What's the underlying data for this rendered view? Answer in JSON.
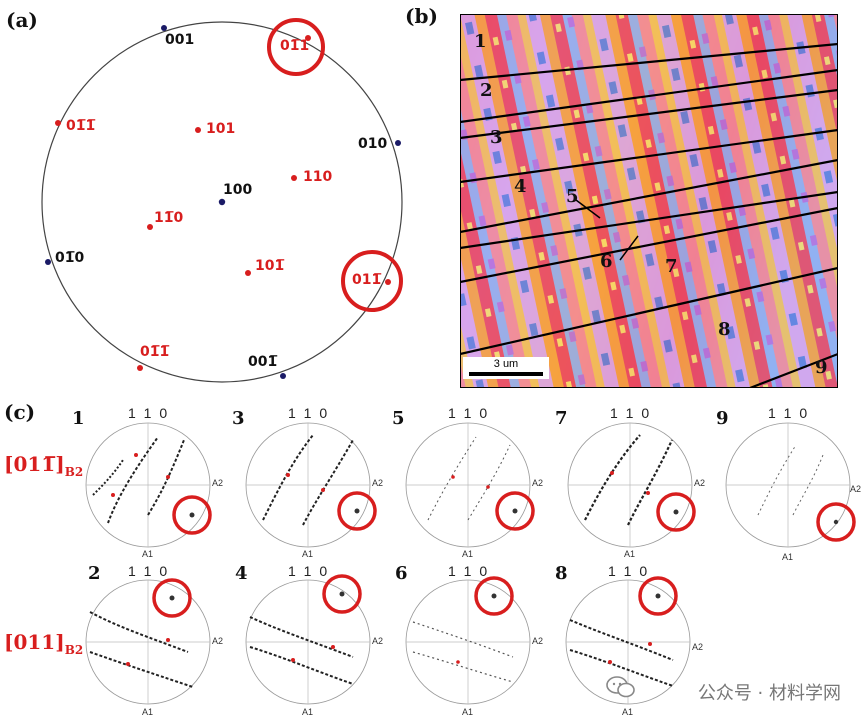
{
  "panel_a": {
    "label": "(a)",
    "poles": [
      {
        "text": "001",
        "color": "black"
      },
      {
        "text": "01̅1",
        "color": "red"
      },
      {
        "text": "01̅1̅",
        "color": "red"
      },
      {
        "text": "101",
        "color": "red"
      },
      {
        "text": "010",
        "color": "black"
      },
      {
        "text": "110",
        "color": "red"
      },
      {
        "text": "100",
        "color": "black"
      },
      {
        "text": "11̅0",
        "color": "red"
      },
      {
        "text": "01̅0",
        "color": "black"
      },
      {
        "text": "101̅",
        "color": "red"
      },
      {
        "text": "011̅",
        "color": "red"
      },
      {
        "text": "01̅1̅",
        "color": "red"
      },
      {
        "text": "001̅",
        "color": "black"
      }
    ]
  },
  "panel_b": {
    "label": "(b)",
    "grain_numbers": [
      "1",
      "2",
      "3",
      "4",
      "5",
      "6",
      "7",
      "8",
      "9"
    ],
    "scale_bar": "3 um"
  },
  "panel_c": {
    "label": "(c)",
    "row1_label": "[011̅]",
    "row1_sub": "B2",
    "row2_label": "[011]",
    "row2_sub": "B2",
    "top_axis": "1 1 0",
    "axis_a1": "A1",
    "axis_a2": "A2",
    "row1_numbers": [
      "1",
      "3",
      "5",
      "7",
      "9"
    ],
    "row2_numbers": [
      "2",
      "4",
      "6",
      "8"
    ]
  },
  "watermark": {
    "text": "公众号 · 材料学网"
  },
  "colors": {
    "red": "#d81e1e",
    "black": "#111111"
  }
}
